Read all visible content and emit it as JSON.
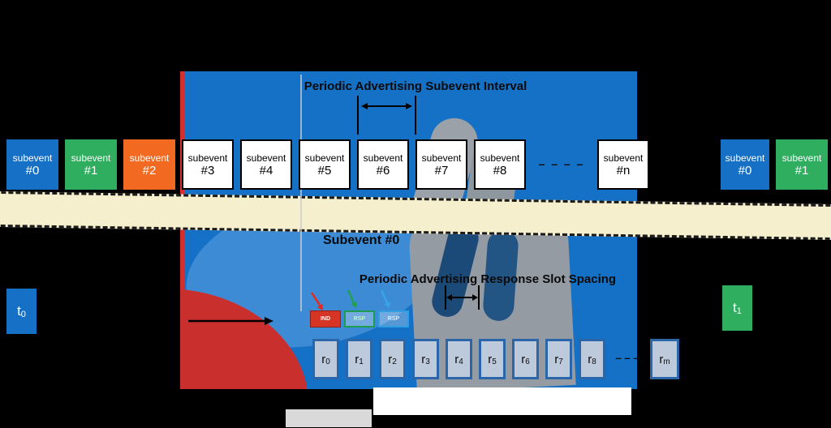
{
  "colors": {
    "subevent_blue": "#1570c6",
    "subevent_green": "#2fae5f",
    "subevent_orange": "#f26a21",
    "panel_blue": "#1571c5",
    "band_cream": "#f6efce",
    "slot_fill": "#bccadb",
    "slot_border": "#2b66a8",
    "packet_red": "#d63425",
    "packet_green": "#1f9d4f",
    "packet_blue": "#2e9fe3"
  },
  "labels": {
    "subevent_word": "subevent",
    "interval_title": "Periodic Advertising Subevent Interval",
    "zoom_title": "Subevent #0",
    "spacing_title": "Periodic Advertising Response Slot Spacing",
    "top_ellipsis": "– – – –",
    "slot_ellipsis": "– – –"
  },
  "top_row": [
    {
      "num": "#0"
    },
    {
      "num": "#1"
    },
    {
      "num": "#2"
    },
    {
      "num": "#3"
    },
    {
      "num": "#4"
    },
    {
      "num": "#5"
    },
    {
      "num": "#6"
    },
    {
      "num": "#7"
    },
    {
      "num": "#8"
    },
    {
      "num": "#n"
    },
    {
      "num": "#0"
    },
    {
      "num": "#1"
    }
  ],
  "packets": [
    {
      "label": "IND"
    },
    {
      "label": "RSP"
    },
    {
      "label": "RSP"
    }
  ],
  "slots": [
    {
      "base": "r",
      "sub": "0"
    },
    {
      "base": "r",
      "sub": "1"
    },
    {
      "base": "r",
      "sub": "2"
    },
    {
      "base": "r",
      "sub": "3"
    },
    {
      "base": "r",
      "sub": "4"
    },
    {
      "base": "r",
      "sub": "5"
    },
    {
      "base": "r",
      "sub": "6"
    },
    {
      "base": "r",
      "sub": "7"
    },
    {
      "base": "r",
      "sub": "8"
    },
    {
      "base": "r",
      "sub": "m"
    }
  ],
  "markers": {
    "t0_base": "t",
    "t0_sub": "0",
    "t1_base": "t",
    "t1_sub": "1"
  }
}
